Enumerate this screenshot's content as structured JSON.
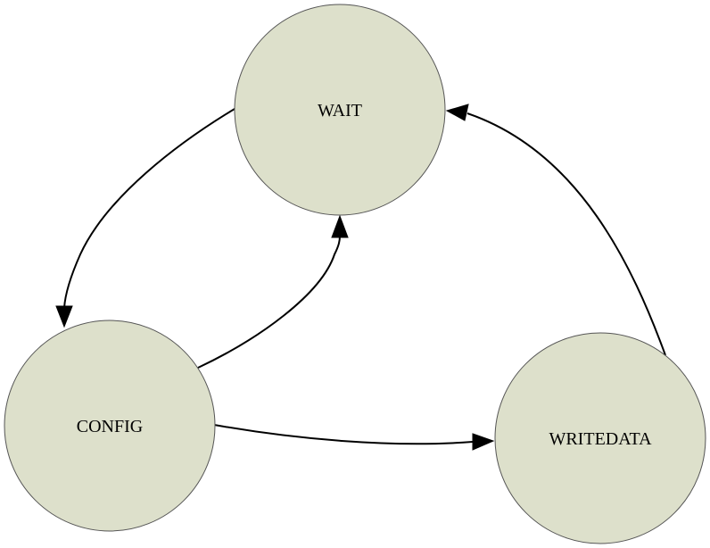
{
  "diagram": {
    "type": "state-machine",
    "node_fill": "#dde0cb",
    "edge_color": "#000000",
    "nodes": [
      {
        "id": "wait",
        "label": "WAIT"
      },
      {
        "id": "config",
        "label": "CONFIG"
      },
      {
        "id": "writedata",
        "label": "WRITEDATA"
      }
    ],
    "edges": [
      {
        "from": "wait",
        "to": "config"
      },
      {
        "from": "config",
        "to": "wait"
      },
      {
        "from": "config",
        "to": "writedata"
      },
      {
        "from": "writedata",
        "to": "wait"
      }
    ]
  }
}
